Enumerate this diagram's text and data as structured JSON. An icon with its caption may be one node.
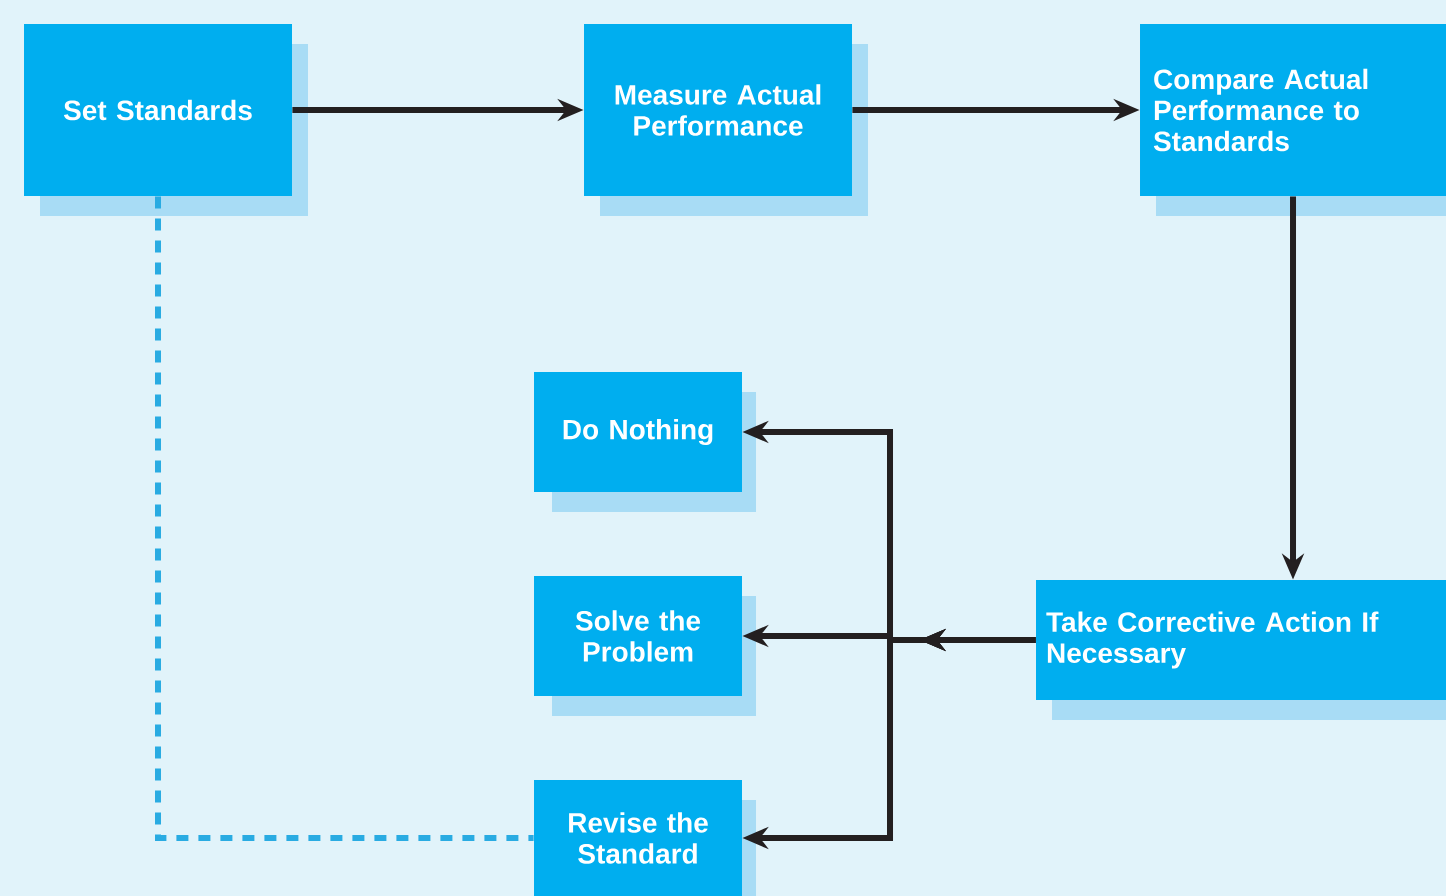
{
  "diagram": {
    "nodes": [
      {
        "text": [
          "Set Standards"
        ]
      },
      {
        "text": [
          "Measure Actual Performance"
        ]
      },
      {
        "text": [
          "Compare Actual Performance to Standards"
        ]
      },
      {
        "text": [
          "Do Nothing"
        ]
      },
      {
        "text": [
          "Solve the Problem"
        ]
      },
      {
        "text": [
          "Revise the Standard"
        ]
      },
      {
        "text": [
          "Take Corrective Action If Necessary"
        ]
      }
    ],
    "edges": [
      {
        "from": 0,
        "to": 1,
        "arrow": "to"
      },
      {
        "from": 1,
        "to": 2,
        "arrow": "to"
      },
      {
        "from": 2,
        "to": 6,
        "arrow": "to"
      },
      {
        "from": 6,
        "to": 3,
        "arrow": "to"
      },
      {
        "from": 6,
        "to": 4,
        "arrow": "to"
      },
      {
        "from": 6,
        "to": 5,
        "arrow": "to"
      },
      {
        "from": 0,
        "to": 5,
        "arrow": "none",
        "style": "dashed",
        "color": "#29abe2"
      }
    ]
  }
}
